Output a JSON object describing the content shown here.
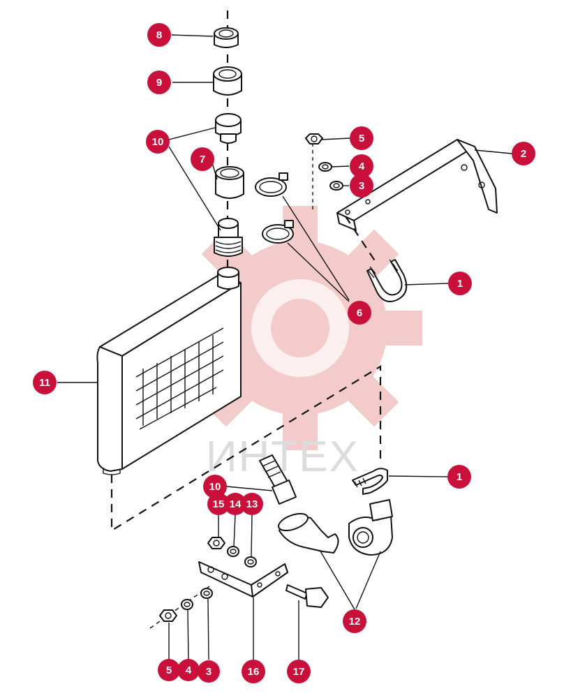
{
  "watermark": {
    "text": "ИНТЕХ"
  },
  "callouts": [
    {
      "label": "8"
    },
    {
      "label": "9"
    },
    {
      "label": "10"
    },
    {
      "label": "7"
    },
    {
      "label": "5"
    },
    {
      "label": "4"
    },
    {
      "label": "3"
    },
    {
      "label": "2"
    },
    {
      "label": "1"
    },
    {
      "label": "6"
    },
    {
      "label": "11"
    },
    {
      "label": "1"
    },
    {
      "label": "10"
    },
    {
      "label": "15"
    },
    {
      "label": "14"
    },
    {
      "label": "13"
    },
    {
      "label": "12"
    },
    {
      "label": "5"
    },
    {
      "label": "4"
    },
    {
      "label": "3"
    },
    {
      "label": "16"
    },
    {
      "label": "17"
    }
  ]
}
